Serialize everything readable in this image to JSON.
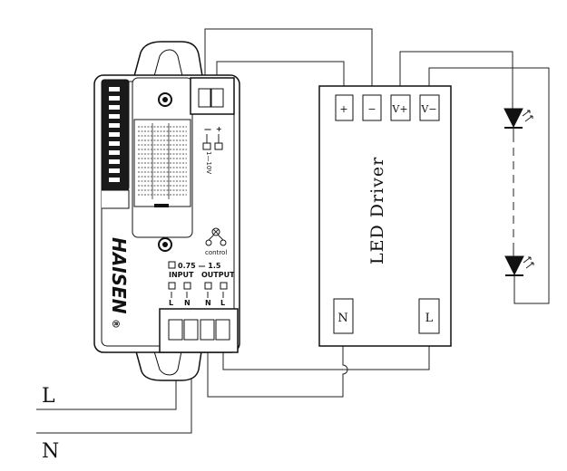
{
  "power": {
    "line_label": "L",
    "neutral_label": "N"
  },
  "controller": {
    "brand": "HAISEN",
    "registered_mark": "®",
    "dim_minus": "—",
    "dim_plus": "+",
    "dim_label": "1—10V",
    "wire_gauge": "0.75 — 1.5",
    "input_label": "INPUT",
    "output_label": "OUTPUT",
    "input_terminals": [
      "L",
      "N"
    ],
    "output_terminals": [
      "N",
      "L"
    ],
    "control_label": "control"
  },
  "driver": {
    "title": "LED Driver",
    "terminals_top": [
      "+",
      "−",
      "V+",
      "V−"
    ],
    "terminals_bottom": [
      "N",
      "L"
    ]
  }
}
